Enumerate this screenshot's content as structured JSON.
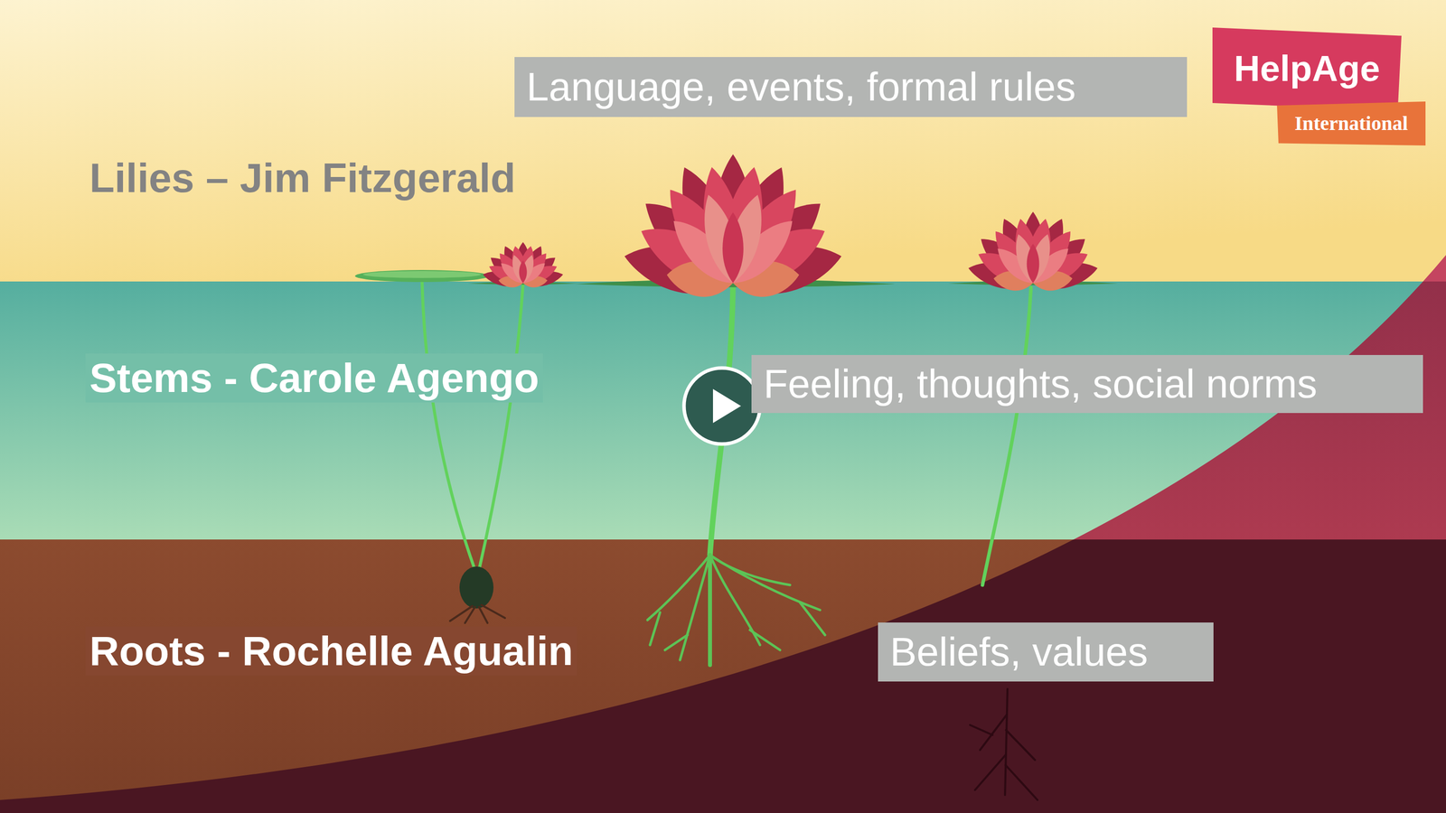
{
  "diagram": {
    "nodes": [
      {
        "text": [
          "Language, events, formal rules"
        ]
      },
      {
        "text": [
          "HelpAge"
        ]
      },
      {
        "text": [
          "International"
        ]
      },
      {
        "text": [
          "Feeling, thoughts, social norms"
        ]
      },
      {
        "text": [
          "Beliefs, values"
        ]
      }
    ],
    "labels": [
      "Lilies – Jim Fitzgerald",
      "Stems - Carole Agengo",
      "Roots - Rochelle Agualin"
    ]
  }
}
